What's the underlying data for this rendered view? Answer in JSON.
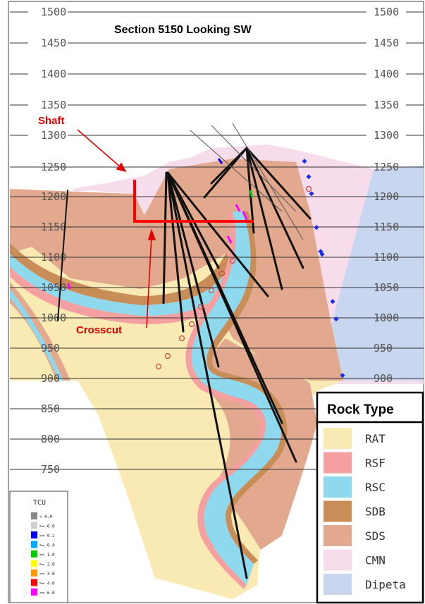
{
  "title": "Section 5150 Looking SW",
  "elevations": [
    "1500",
    "1450",
    "1400",
    "1350",
    "1300",
    "1250",
    "1200",
    "1150",
    "1100",
    "1050",
    "1000",
    "950",
    "900",
    "850",
    "800",
    "750"
  ],
  "callouts": {
    "shaft": "Shaft",
    "crosscut": "Crosscut"
  },
  "legend": {
    "title": "Rock Type",
    "items": [
      {
        "label": "RAT",
        "color": "#f9eab3"
      },
      {
        "label": "RSF",
        "color": "#f4a0a0"
      },
      {
        "label": "RSC",
        "color": "#8fd9ef"
      },
      {
        "label": "SDB",
        "color": "#c98d58"
      },
      {
        "label": "SDS",
        "color": "#e3a98e"
      },
      {
        "label": "CMN",
        "color": "#f7dcec"
      },
      {
        "label": "Dipeta",
        "color": "#c9d6ef"
      }
    ]
  },
  "tcu_legend": {
    "title": "TCU",
    "items": [
      {
        "label": "< 0.0",
        "color": "#888888"
      },
      {
        "label": ">= 0.0",
        "color": "#d0d0d0"
      },
      {
        "label": ">= 0.1",
        "color": "#0000ff"
      },
      {
        "label": ">= 0.4",
        "color": "#00aaff"
      },
      {
        "label": ">= 1.0",
        "color": "#00cc00"
      },
      {
        "label": ">= 2.0",
        "color": "#ffff00"
      },
      {
        "label": ">= 3.0",
        "color": "#ff9900"
      },
      {
        "label": ">= 4.0",
        "color": "#ff0000"
      },
      {
        "label": ">= 6.0",
        "color": "#ff00ff"
      }
    ]
  }
}
